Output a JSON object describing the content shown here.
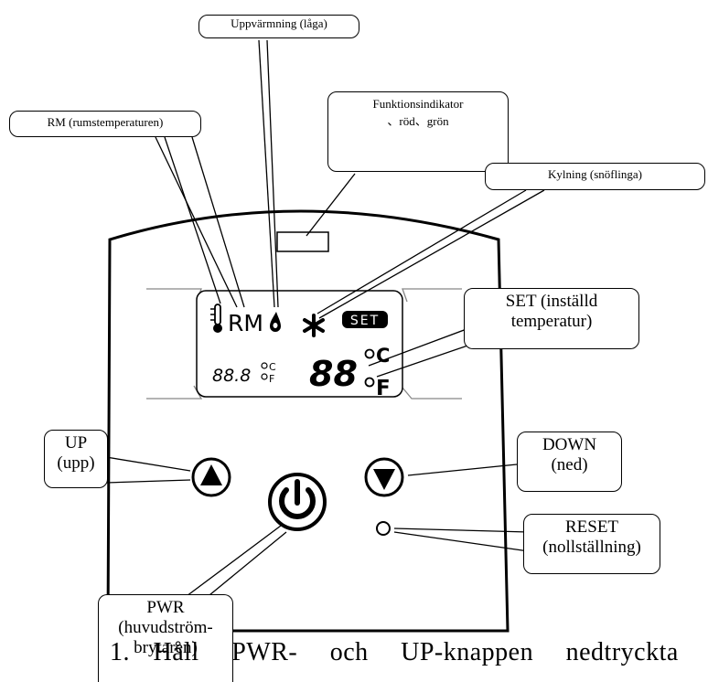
{
  "callouts": {
    "heating": "Uppvärmning (låga)",
    "rm": "RM (rumstemperaturen)",
    "function_line1": "Funktionsindikator",
    "function_line2": "、röd、grön",
    "cooling": "Kylning (snöflinga)",
    "set_line1": "SET (inställd",
    "set_line2": "temperatur)",
    "up_line1": "UP",
    "up_line2": "(upp)",
    "down_line1": "DOWN",
    "down_line2": "(ned)",
    "reset_line1": "RESET",
    "reset_line2": "(nollställning)",
    "pwr_line1": "PWR",
    "pwr_line2": "(huvudström-",
    "pwr_line3": "brytaren)"
  },
  "lcd": {
    "rm_label": "RM",
    "set_badge": "SET",
    "room_temp": "88.8",
    "set_temp": "88",
    "unit_c": "C",
    "unit_f": "F",
    "small_unit_c": "C",
    "small_unit_f": "F"
  },
  "caption": {
    "number": "1.",
    "text": "Håll PWR- och UP-knappen nedtryckta"
  },
  "icons": [
    "thermometer-icon",
    "flame-icon",
    "snowflake-icon",
    "power-icon",
    "up-arrow-icon",
    "down-arrow-icon"
  ]
}
